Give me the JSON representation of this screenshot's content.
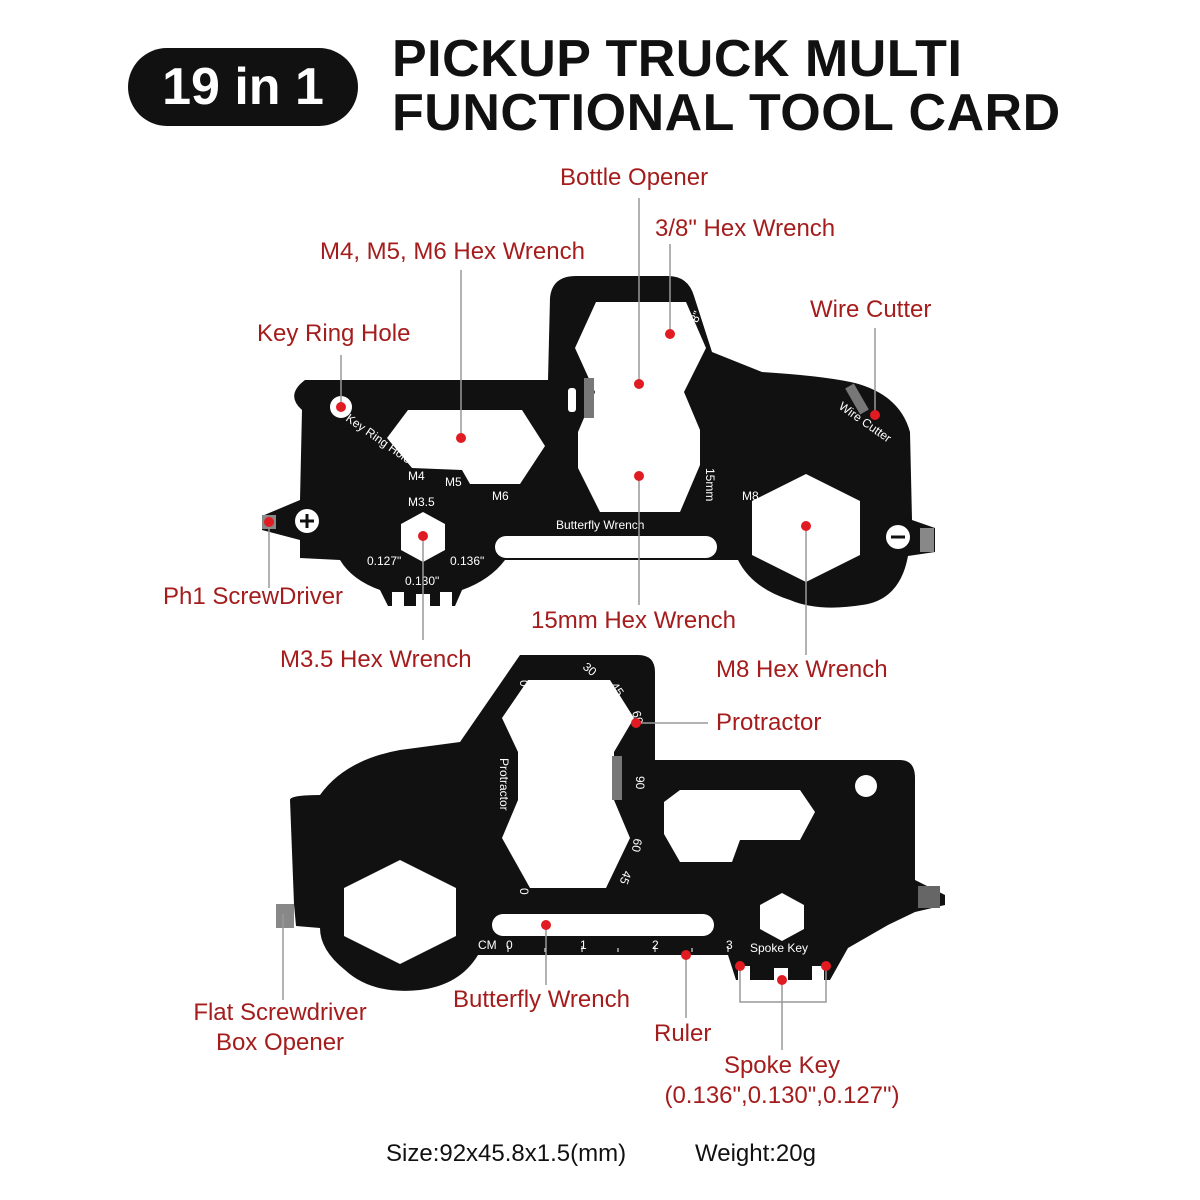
{
  "header": {
    "badge": "19 in 1",
    "title_line1": "PICKUP TRUCK MULTI",
    "title_line2": "FUNCTIONAL TOOL CARD"
  },
  "colors": {
    "label_red": "#a41c1c",
    "card_black": "#111111",
    "dot_red": "#e01b22"
  },
  "labels_front": {
    "bottle_opener": "Bottle Opener",
    "hex_3_8": "3/8\" Hex Wrench",
    "hex_m4_m6": "M4, M5, M6 Hex Wrench",
    "wire_cutter": "Wire Cutter",
    "key_ring": "Key Ring Hole",
    "ph1": "Ph1 ScrewDriver",
    "hex_15mm": "15mm Hex Wrench",
    "hex_m35": "M3.5 Hex Wrench",
    "hex_m8": "M8 Hex Wrench"
  },
  "labels_back": {
    "protractor": "Protractor",
    "flat_line1": "Flat Screwdriver",
    "flat_line2": "Box Opener",
    "butterfly": "Butterfly Wrench",
    "ruler": "Ruler",
    "spoke_line1": "Spoke Key",
    "spoke_line2": "(0.136\",0.130\",0.127\")"
  },
  "etched_front": {
    "key_ring_hole": "Key Ring Hole",
    "m4": "M4",
    "m5": "M5",
    "m6": "M6",
    "m35": "M3.5",
    "size_127": "0.127\"",
    "size_130": "0.130\"",
    "size_136": "0.136\"",
    "butterfly_wrench": "Butterfly Wrench",
    "mark_3_8": "3/8\"",
    "mark_15mm": "15mm",
    "m8": "M8",
    "wire_cutter": "Wire Cutter"
  },
  "etched_back": {
    "protractor": "Protractor",
    "angles": [
      "0",
      "30",
      "45",
      "60",
      "90",
      "60",
      "45",
      "0"
    ],
    "cm": "CM",
    "ruler_ticks": [
      "0",
      "1",
      "2",
      "3"
    ],
    "spoke_key": "Spoke Key"
  },
  "footer": {
    "size": "Size:92x45.8x1.5(mm)",
    "weight": "Weight:20g"
  }
}
